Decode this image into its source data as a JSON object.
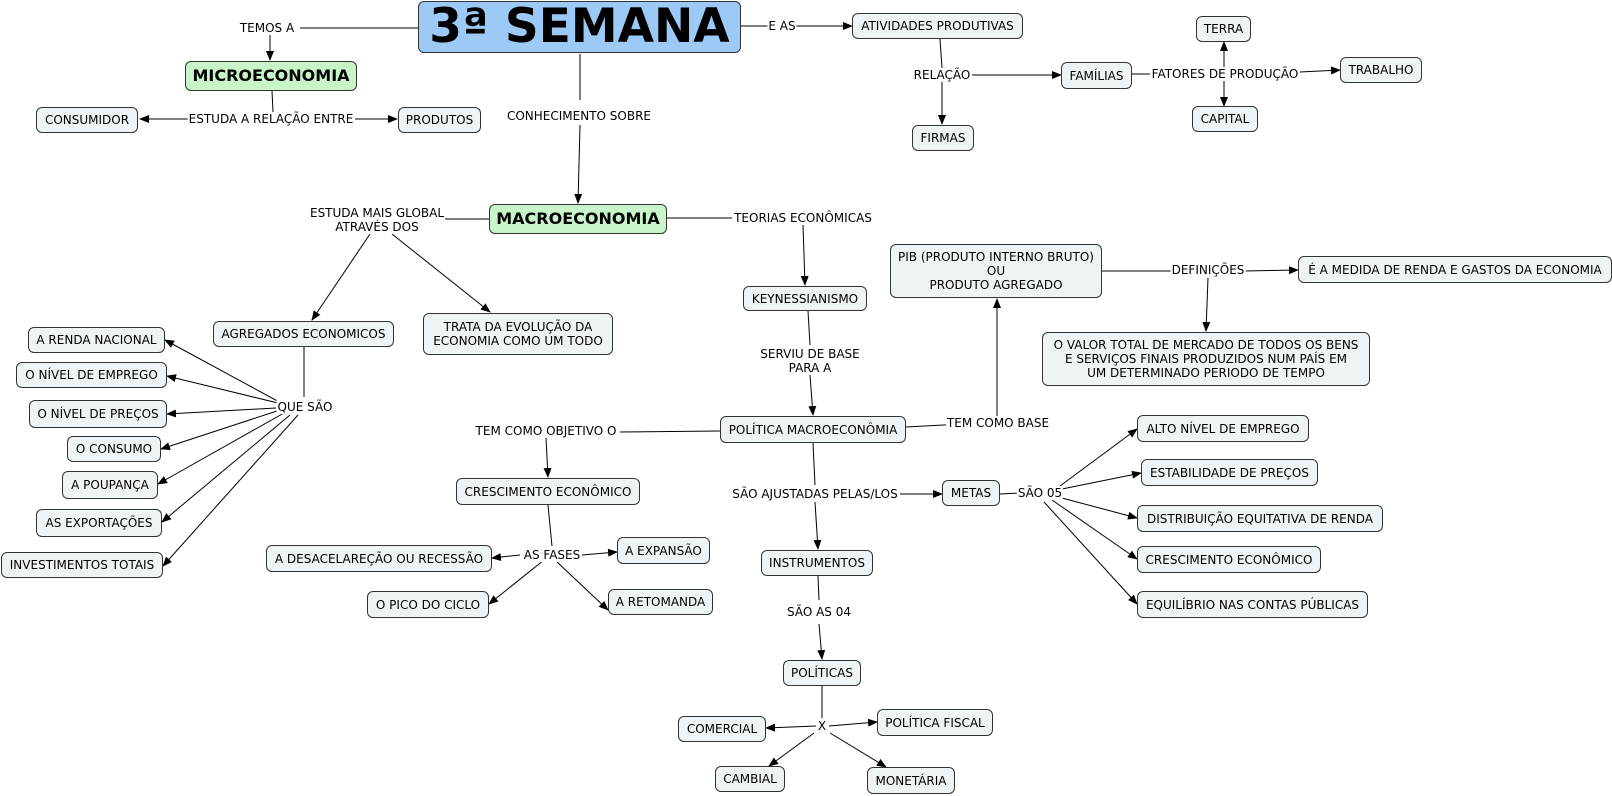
{
  "title": "3ª SEMANA",
  "nodes": {
    "microeconomia": "MICROECONOMIA",
    "macroeconomia": "MACROECONOMIA",
    "consumidor": "CONSUMIDOR",
    "produtos": "PRODUTOS",
    "atividades_produtivas": "ATIVIDADES PRODUTIVAS",
    "familias": "FAMÍLIAS",
    "firmas": "FIRMAS",
    "terra": "TERRA",
    "trabalho": "TRABALHO",
    "capital": "CAPITAL",
    "keynessianismo": "KEYNESSIANISMO",
    "pib": "PIB (PRODUTO INTERNO BRUTO)\nOU\nPRODUTO AGREGADO",
    "medida_renda": "É A MEDIDA DE RENDA E GASTOS DA ECONOMIA",
    "valor_total": "O VALOR TOTAL DE MERCADO DE TODOS OS BENS\nE SERVIÇOS FINAIS PRODUZIDOS NUM PAÍS EM\nUM DETERMINADO PERIODO DE TEMPO",
    "agregados": "AGREGADOS ECONOMICOS",
    "trata_evolucao": "TRATA DA EVOLUÇÃO DA\nECONOMIA COMO UM TODO",
    "renda_nacional": "A RENDA NACIONAL",
    "nivel_emprego": "O NÍVEL DE EMPREGO",
    "nivel_precos": "O NÍVEL DE PREÇOS",
    "consumo": "O CONSUMO",
    "poupanca": "A POUPANÇA",
    "exportacoes": "AS EXPORTAÇÕES",
    "investimentos": "INVESTIMENTOS TOTAIS",
    "politica_macro": "POLÍTICA MACROECONÔMIA",
    "crescimento": "CRESCIMENTO ECONÔMICO",
    "desaceleracao": "A DESACELAREÇÃO OU RECESSÃO",
    "expansao": "A EXPANSÃO",
    "pico": "O PICO DO CICLO",
    "retomanda": "A RETOMANDA",
    "metas": "METAS",
    "alto_emprego": "ALTO NÍVEL DE EMPREGO",
    "estabilidade": "ESTABILIDADE DE PREÇOS",
    "distribuicao": "DISTRIBUIÇÃO EQUITATIVA DE RENDA",
    "crescimento2": "CRESCIMENTO ECONÔMICO",
    "equilibrio": "EQUILÍBRIO NAS CONTAS PÚBLICAS",
    "instrumentos": "INSTRUMENTOS",
    "politicas": "POLÍTICAS",
    "comercial": "COMERCIAL",
    "politica_fiscal": "POLÍTICA FISCAL",
    "cambial": "CAMBIAL",
    "monetaria": "MONETÁRIA"
  },
  "labels": {
    "temos_a": "TEMOS A",
    "e_as": "E AS",
    "estuda_relacao": "ESTUDA A RELAÇÃO ENTRE",
    "conhecimento": "CONHECIMENTO SOBRE",
    "relacao": "RELAÇÃO",
    "fatores": "FATORES DE PRODUÇÃO",
    "estuda_global": "ESTUDA MAIS GLOBAL\nATRAVÉS DOS",
    "teorias": "TEORIAS ECONÔMICAS",
    "definicoes": "DEFINIÇÕES",
    "serviu_base": "SERVIU DE BASE\nPARA A",
    "tem_como_base": "TEM COMO BASE",
    "tem_objetivo": "TEM COMO OBJETIVO O",
    "que_sao": "QUE SÃO",
    "as_fases": "AS FASES",
    "ajustadas": "SÃO AJUSTADAS PELAS/LOS",
    "sao_05": "SÃO 05",
    "sao_as_04": "SÃO AS 04",
    "x": "X"
  }
}
